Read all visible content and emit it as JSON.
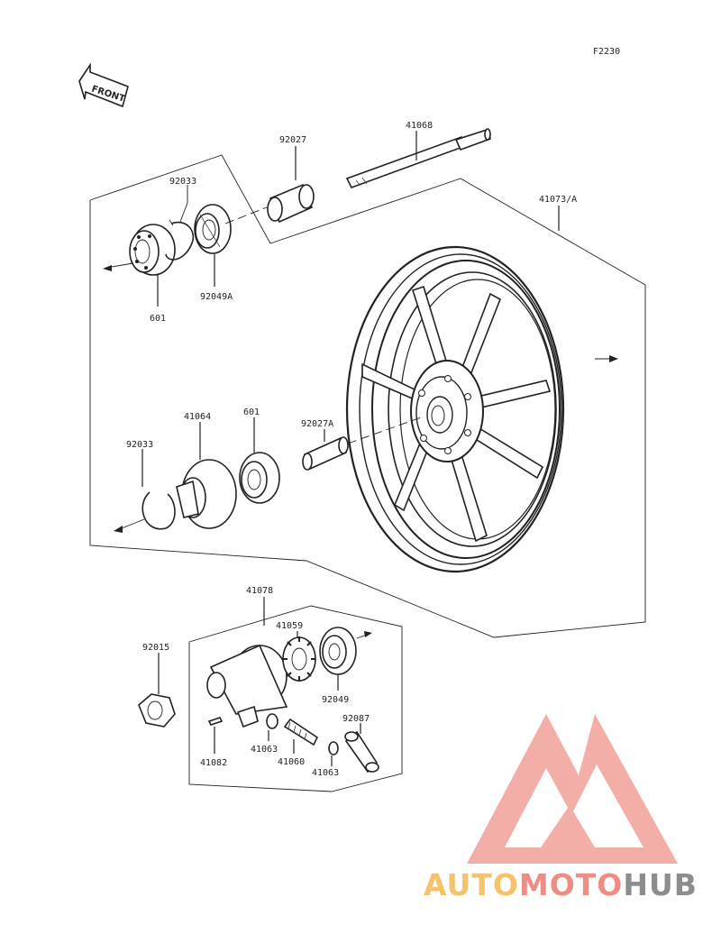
{
  "figure_code": "F2230",
  "front_label": "FRONT",
  "parts": {
    "p41068": "41068",
    "p92027": "92027",
    "p92033_top": "92033",
    "p41073A": "41073/A",
    "p92049A": "92049A",
    "p601_top": "601",
    "p41064": "41064",
    "p601_mid": "601",
    "p92027A": "92027A",
    "p92033_mid": "92033",
    "p41078": "41078",
    "p41059": "41059",
    "p92015": "92015",
    "p92049": "92049",
    "p92087": "92087",
    "p41063_a": "41063",
    "p41082": "41082",
    "p41060": "41060",
    "p41063_b": "41063"
  },
  "watermark": {
    "part1": "AUTO",
    "part2": "MOTO",
    "part3": "HUB",
    "colors": {
      "auto": "#f6c26b",
      "moto": "#f08c84",
      "hub": "#8d8d8d",
      "logo": "#f3a09a"
    }
  }
}
